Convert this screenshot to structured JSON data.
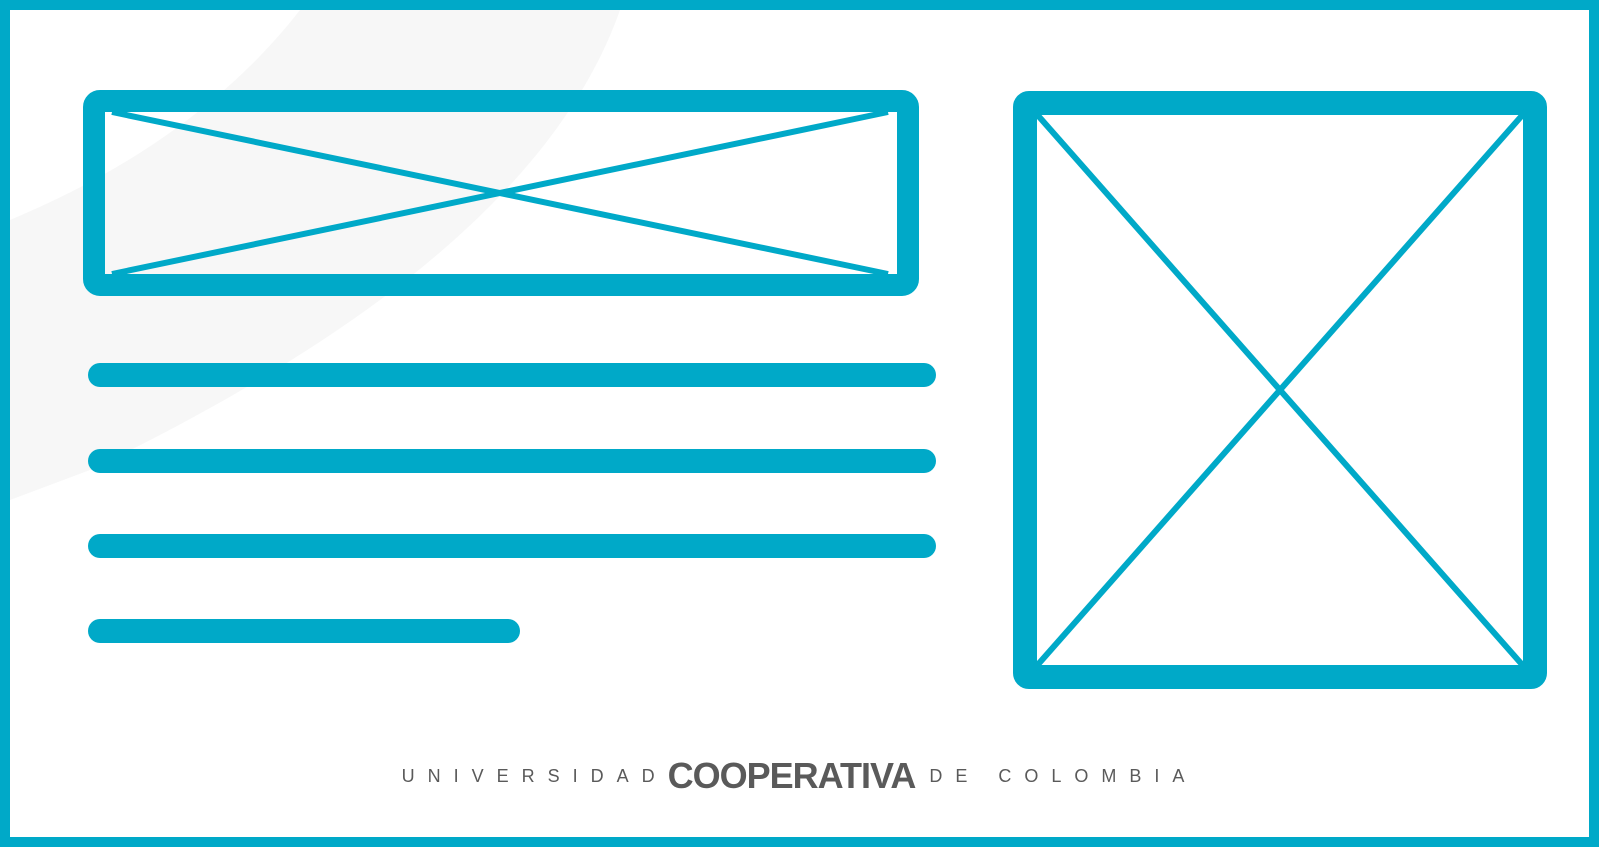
{
  "colors": {
    "accent": "#00a9c8",
    "watermark": "#f7f7f7",
    "logo_text": "#5a5a5a",
    "background": "#ffffff"
  },
  "icons": {
    "banner_placeholder": "image-placeholder-icon",
    "side_placeholder": "image-placeholder-icon"
  },
  "text_lines": {
    "count": 4,
    "last_line_fraction": 0.5
  },
  "footer": {
    "word_1": "UNIVERSIDAD",
    "word_2": "COOPERATIVA",
    "word_3": "DE COLOMBIA"
  }
}
